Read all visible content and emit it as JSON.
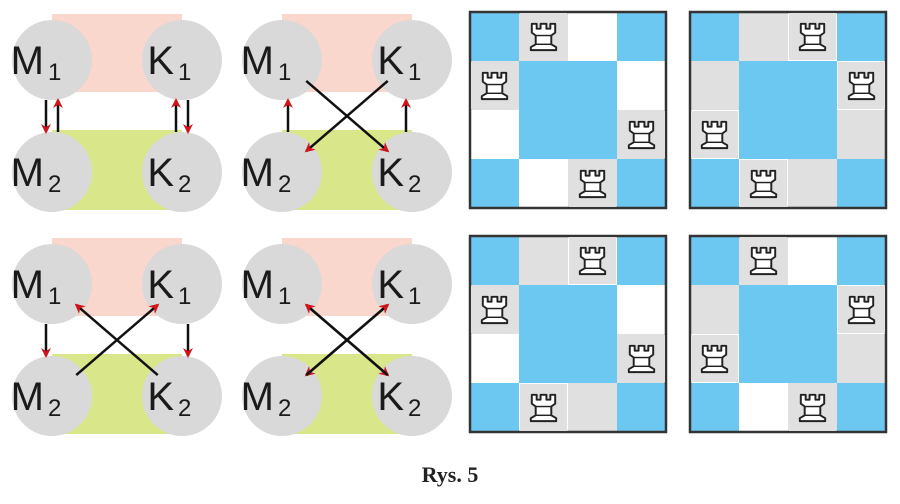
{
  "colors": {
    "circle": "#d9d9d9",
    "top_band": "#f9d7cc",
    "bottom_band": "#d9e68a",
    "arrow_head": "#d0141a",
    "line": "#111111",
    "board_blue": "#6cc8f0",
    "board_gray": "#e0e0e0",
    "board_white": "#ffffff",
    "board_border": "#333333"
  },
  "icons": {
    "arrow": "arrow-icon",
    "rook": "chess-rook-icon"
  },
  "pairing_diagrams": [
    {
      "nodes": [
        {
          "letter": "M",
          "sub": "1"
        },
        {
          "letter": "K",
          "sub": "1"
        },
        {
          "letter": "M",
          "sub": "2"
        },
        {
          "letter": "K",
          "sub": "2"
        }
      ],
      "arrows": [
        [
          "M1",
          "M2"
        ],
        [
          "M2",
          "M1"
        ],
        [
          "K2",
          "K1"
        ],
        [
          "K1",
          "K2"
        ]
      ]
    },
    {
      "nodes": [
        {
          "letter": "M",
          "sub": "1"
        },
        {
          "letter": "K",
          "sub": "1"
        },
        {
          "letter": "M",
          "sub": "2"
        },
        {
          "letter": "K",
          "sub": "2"
        }
      ],
      "arrows": [
        [
          "M2",
          "M1"
        ],
        [
          "K2",
          "K1"
        ],
        [
          "K1",
          "M2"
        ],
        [
          "M1",
          "K2"
        ]
      ]
    },
    {
      "nodes": [
        {
          "letter": "M",
          "sub": "1"
        },
        {
          "letter": "K",
          "sub": "1"
        },
        {
          "letter": "M",
          "sub": "2"
        },
        {
          "letter": "K",
          "sub": "2"
        }
      ],
      "arrows": [
        [
          "M1",
          "M2"
        ],
        [
          "K1",
          "K2"
        ],
        [
          "M2",
          "K1"
        ],
        [
          "K2",
          "M1"
        ]
      ]
    },
    {
      "nodes": [
        {
          "letter": "M",
          "sub": "1"
        },
        {
          "letter": "K",
          "sub": "1"
        },
        {
          "letter": "M",
          "sub": "2"
        },
        {
          "letter": "K",
          "sub": "2"
        }
      ],
      "arrows": [
        [
          "M1",
          "K2"
        ],
        [
          "K2",
          "M1"
        ],
        [
          "K1",
          "M2"
        ],
        [
          "M2",
          "K1"
        ]
      ]
    }
  ],
  "boards": [
    {
      "cells": [
        [
          "B",
          "G",
          "W",
          "B"
        ],
        [
          "G",
          "B",
          "B",
          "W"
        ],
        [
          "W",
          "B",
          "B",
          "G"
        ],
        [
          "B",
          "W",
          "G",
          "B"
        ]
      ],
      "rooks": [
        [
          0,
          1
        ],
        [
          1,
          0
        ],
        [
          2,
          3
        ],
        [
          3,
          2
        ]
      ]
    },
    {
      "cells": [
        [
          "B",
          "G",
          "W",
          "B"
        ],
        [
          "G",
          "B",
          "B",
          "W"
        ],
        [
          "W",
          "B",
          "B",
          "G"
        ],
        [
          "B",
          "W",
          "G",
          "B"
        ]
      ],
      "rooks": [
        [
          0,
          2
        ],
        [
          1,
          3
        ],
        [
          2,
          0
        ],
        [
          3,
          1
        ]
      ]
    },
    {
      "cells": [
        [
          "B",
          "G",
          "W",
          "B"
        ],
        [
          "G",
          "B",
          "B",
          "W"
        ],
        [
          "W",
          "B",
          "B",
          "G"
        ],
        [
          "B",
          "W",
          "G",
          "B"
        ]
      ],
      "rooks": [
        [
          0,
          2
        ],
        [
          1,
          0
        ],
        [
          2,
          3
        ],
        [
          3,
          1
        ]
      ]
    },
    {
      "cells": [
        [
          "B",
          "G",
          "W",
          "B"
        ],
        [
          "G",
          "B",
          "B",
          "W"
        ],
        [
          "W",
          "B",
          "B",
          "G"
        ],
        [
          "B",
          "W",
          "G",
          "B"
        ]
      ],
      "rooks": [
        [
          0,
          1
        ],
        [
          1,
          3
        ],
        [
          2,
          0
        ],
        [
          3,
          2
        ]
      ]
    }
  ],
  "caption": "Rys. 5"
}
